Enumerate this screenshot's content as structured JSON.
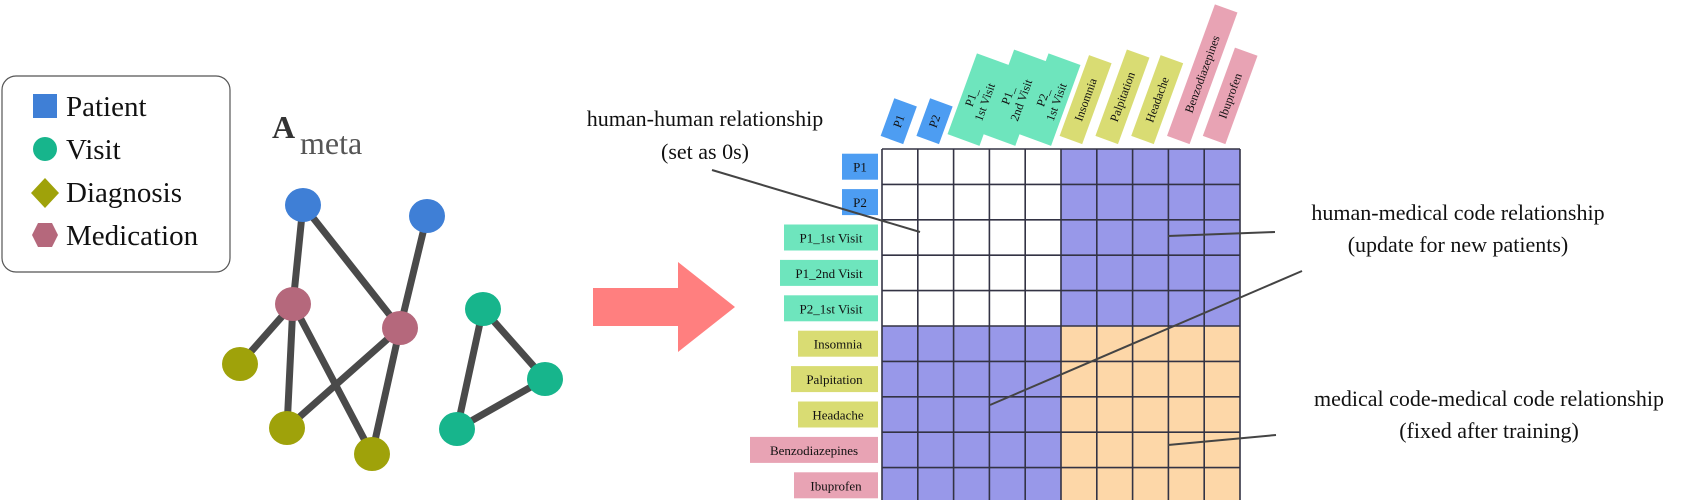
{
  "legend": {
    "items": [
      {
        "label": "Patient",
        "shape": "square",
        "color": "#3f7fd6"
      },
      {
        "label": "Visit",
        "shape": "circle",
        "color": "#17b58c"
      },
      {
        "label": "Diagnosis",
        "shape": "diamond",
        "color": "#9fa20a"
      },
      {
        "label": "Medication",
        "shape": "hexagon",
        "color": "#b5687c"
      }
    ]
  },
  "graph": {
    "title_main": "A",
    "title_sub": "meta"
  },
  "matrix": {
    "row_labels": [
      {
        "label": "P1",
        "type": "patient"
      },
      {
        "label": "P2",
        "type": "patient"
      },
      {
        "label": "P1_1st Visit",
        "type": "visit"
      },
      {
        "label": "P1_2nd Visit",
        "type": "visit"
      },
      {
        "label": "P2_1st Visit",
        "type": "visit"
      },
      {
        "label": "Insomnia",
        "type": "diagnosis"
      },
      {
        "label": "Palpitation",
        "type": "diagnosis"
      },
      {
        "label": "Headache",
        "type": "diagnosis"
      },
      {
        "label": "Benzodiazepines",
        "type": "medication"
      },
      {
        "label": "Ibuprofen",
        "type": "medication"
      }
    ],
    "col_labels": [
      {
        "lines": [
          "P1"
        ],
        "type": "patient"
      },
      {
        "lines": [
          "P2"
        ],
        "type": "patient"
      },
      {
        "lines": [
          "P1_",
          "1st Visit"
        ],
        "type": "visit"
      },
      {
        "lines": [
          "P1_",
          "2nd Visit"
        ],
        "type": "visit"
      },
      {
        "lines": [
          "P2_",
          "1st Visit"
        ],
        "type": "visit"
      },
      {
        "lines": [
          "Insomnia"
        ],
        "type": "diagnosis"
      },
      {
        "lines": [
          "Palpitation"
        ],
        "type": "diagnosis"
      },
      {
        "lines": [
          "Headache"
        ],
        "type": "diagnosis"
      },
      {
        "lines": [
          "Benzodiazepines"
        ],
        "type": "medication"
      },
      {
        "lines": [
          "Ibuprofen"
        ],
        "type": "medication"
      }
    ],
    "label_colors": {
      "patient": "#4d9df2",
      "visit": "#6ee5bd",
      "diagnosis": "#d9dc73",
      "medication": "#e8a3b4"
    },
    "human_count": 5,
    "block_colors": {
      "human_human": "#ffffff",
      "human_medical": "#9898e9",
      "medical_medical": "#fdd7a8"
    }
  },
  "annotations": {
    "human_human": [
      "human-human relationship",
      "(set as 0s)"
    ],
    "human_medical": [
      "human-medical code relationship",
      "(update for new patients)"
    ],
    "medical_medical": [
      "medical code-medical code relationship",
      "(fixed after training)"
    ]
  },
  "arrow_color": "#ff7f7f"
}
